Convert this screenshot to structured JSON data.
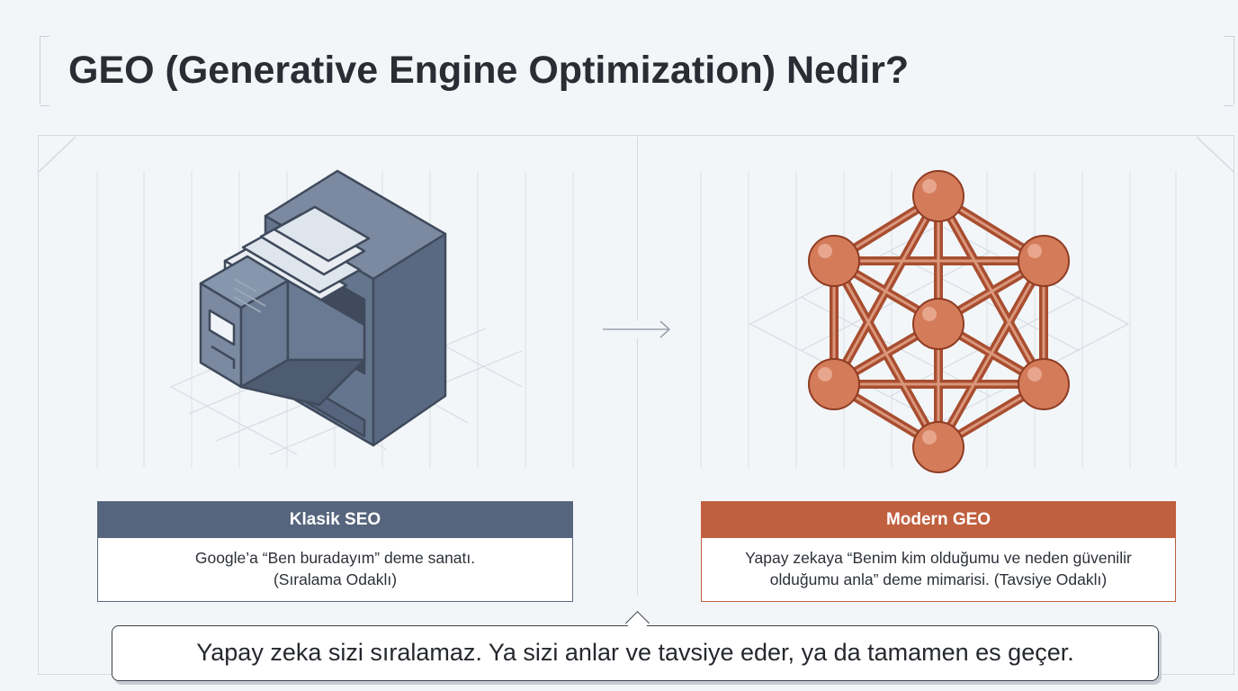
{
  "title": "GEO (Generative Engine Optimization) Nedir?",
  "left": {
    "heading": "Klasik SEO",
    "description_lines": [
      "Google’a “Ben buradayım” deme sanatı.",
      "(Sıralama Odaklı)"
    ],
    "icon": "filing-cabinet-icon",
    "accent": "#56657d"
  },
  "right": {
    "heading": "Modern GEO",
    "description_lines": [
      "Yapay zekaya “Benim kim olduğumu ve neden güvenilir",
      "olduğumu anla” deme mimarisi. (Tavsiye Odaklı)"
    ],
    "icon": "network-graph-icon",
    "accent": "#c0603f"
  },
  "arrow_icon": "arrow-right-icon",
  "callout": "Yapay zeka sizi sıralamaz. Ya sizi anlar ve tavsiye eder, ya da tamamen es geçer."
}
